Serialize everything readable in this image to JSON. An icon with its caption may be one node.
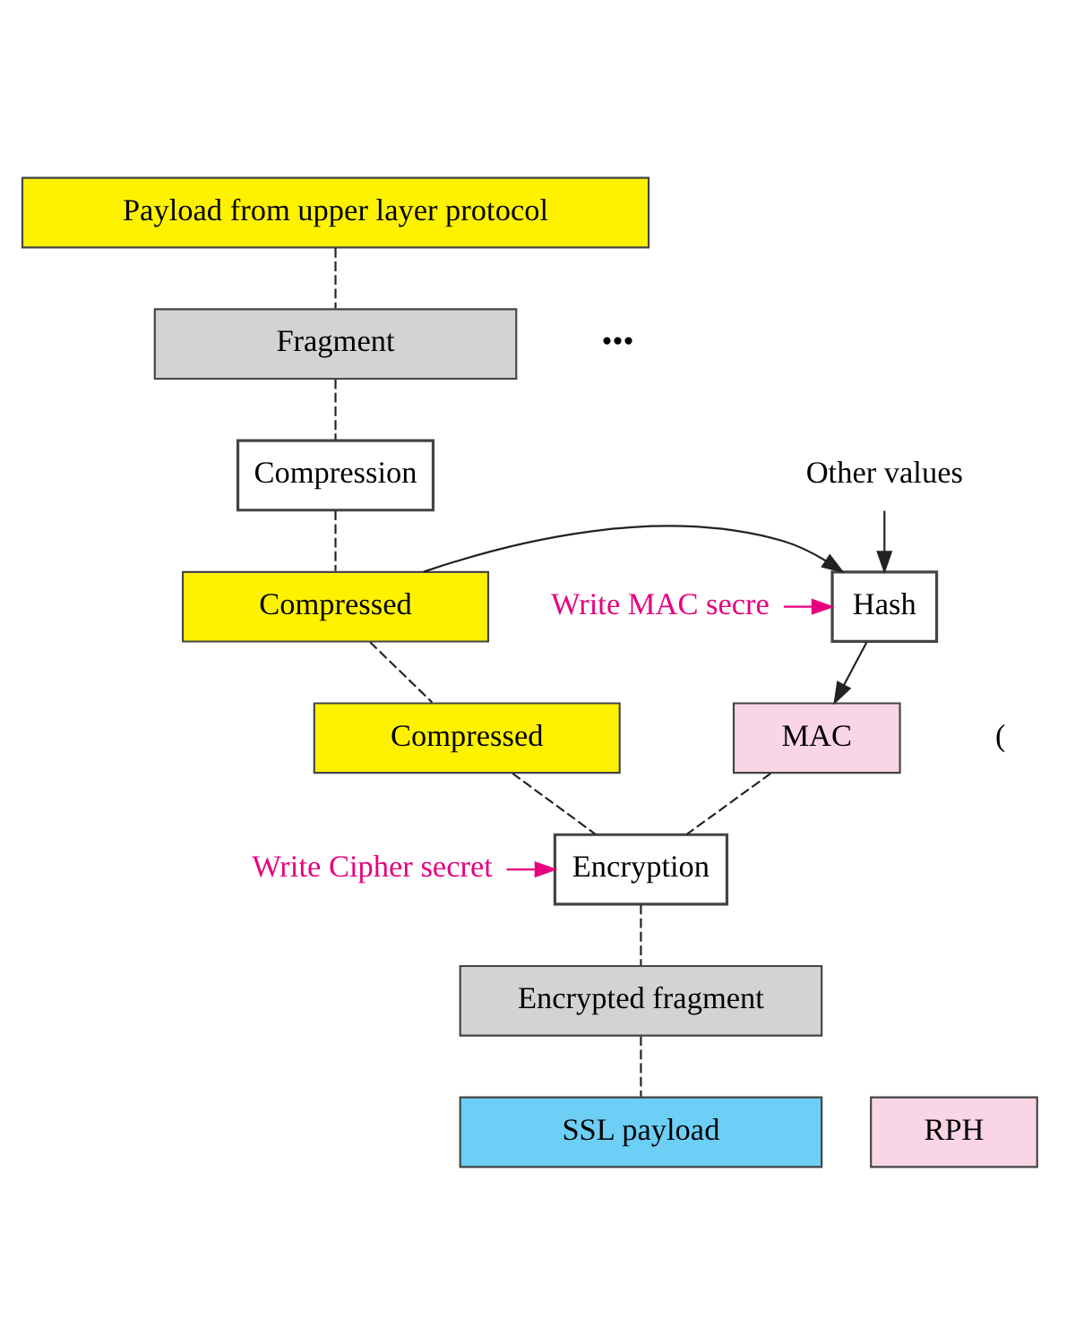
{
  "diagram": {
    "nodes": [
      {
        "text": [
          "Payload from upper layer protocol"
        ]
      },
      {
        "text": [
          "Fragment"
        ]
      },
      {
        "text": [
          "Compression"
        ]
      },
      {
        "text": [
          "Other values"
        ]
      },
      {
        "text": [
          "Compressed"
        ]
      },
      {
        "text": [
          "Hash"
        ]
      },
      {
        "text": [
          "Write MAC secre"
        ]
      },
      {
        "text": [
          "Compressed"
        ]
      },
      {
        "text": [
          "MAC"
        ]
      },
      {
        "text": [
          "Encryption"
        ]
      },
      {
        "text": [
          "Write Cipher secret"
        ]
      },
      {
        "text": [
          "Encrypted fragment"
        ]
      },
      {
        "text": [
          "SSL payload"
        ]
      },
      {
        "text": [
          "RPH"
        ]
      }
    ],
    "edges": [
      {
        "from": 0,
        "to": 1,
        "arrow": "none",
        "style": "dashed"
      },
      {
        "from": 1,
        "to": 2,
        "arrow": "none",
        "style": "dashed"
      },
      {
        "from": 2,
        "to": 4,
        "arrow": "none",
        "style": "dashed"
      },
      {
        "from": 3,
        "to": 5,
        "arrow": "to"
      },
      {
        "from": 4,
        "to": 5,
        "arrow": "to"
      },
      {
        "from": 6,
        "to": 5,
        "arrow": "to",
        "color": "#e6007e"
      },
      {
        "from": 5,
        "to": 8,
        "arrow": "to"
      },
      {
        "from": 4,
        "to": 7,
        "arrow": "none",
        "style": "dashed"
      },
      {
        "from": 7,
        "to": 9,
        "arrow": "none",
        "style": "dashed"
      },
      {
        "from": 8,
        "to": 9,
        "arrow": "none",
        "style": "dashed"
      },
      {
        "from": 10,
        "to": 9,
        "arrow": "to",
        "color": "#e6007e"
      },
      {
        "from": 9,
        "to": 11,
        "arrow": "none",
        "style": "dashed"
      },
      {
        "from": 11,
        "to": 12,
        "arrow": "none",
        "style": "dashed"
      }
    ],
    "labels": [
      "•••",
      "("
    ]
  }
}
